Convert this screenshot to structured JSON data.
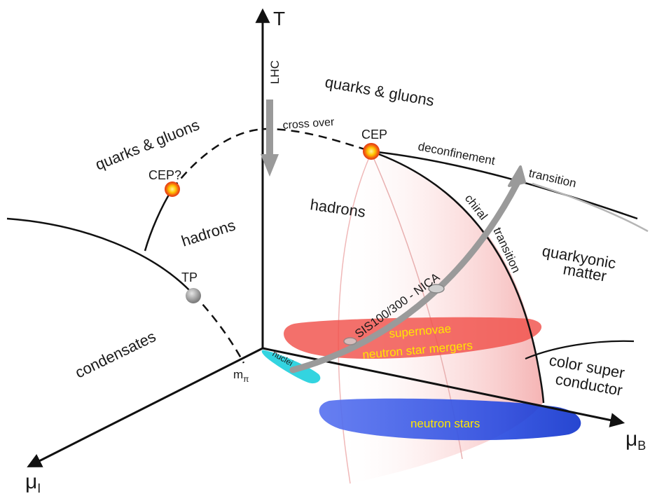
{
  "axes": {
    "t_label": "T",
    "mu_b_label": "μ",
    "mu_b_sub": "B",
    "mu_i_label": "μ",
    "mu_i_sub": "I",
    "m_pi_label": "m",
    "m_pi_sub": "π"
  },
  "regions": {
    "quarks_gluons_left": "quarks & gluons",
    "quarks_gluons_center": "quarks & gluons",
    "hadrons_left": "hadrons",
    "hadrons_center": "hadrons",
    "condensates": "condensates",
    "quarkyonic_line1": "quarkyonic",
    "quarkyonic_line2": "matter",
    "csc_line1": "color super",
    "csc_line2": "conductor"
  },
  "transitions": {
    "cross_over": "cross over",
    "deconfinement_a": "deconfinement",
    "deconfinement_b": "transition",
    "chiral_a": "chiral",
    "chiral_b": "transition"
  },
  "points": {
    "cep_left": "CEP?",
    "cep_center": "CEP",
    "tp": "TP"
  },
  "experiments": {
    "lhc": "LHC",
    "sis_nica": "SIS100/300 - NICA"
  },
  "blobs": {
    "supernovae": "supernovae",
    "mergers": "neutron star mergers",
    "neutron_stars": "neutron stars",
    "nuclei": "nuclei"
  },
  "colors": {
    "axis": "#111111",
    "supernovae_fill": "#f0504a",
    "neutron_stars_fill": "#2f52e0",
    "nuclei_fill": "#33d4e0",
    "arrow_gray": "#9a9a9a",
    "cep_core": "#ffcc00",
    "cep_ring": "#e24a1a"
  }
}
